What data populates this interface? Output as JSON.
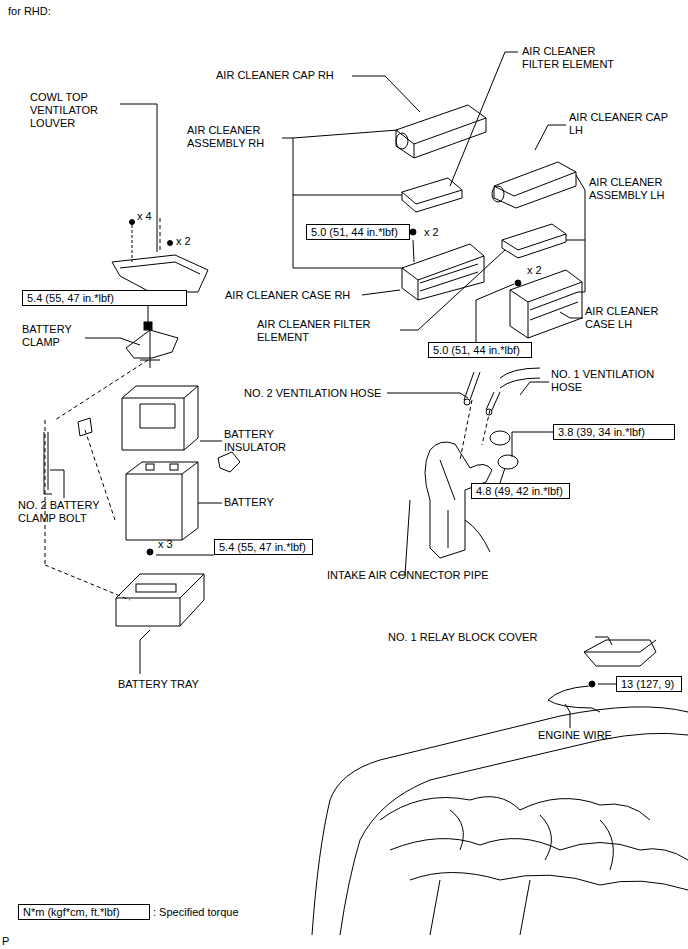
{
  "diagram": {
    "nodes": [
      {
        "text": [
          "5.0 (51, 44 in.*lbf)"
        ]
      },
      {
        "text": [
          "5.4 (55, 47 in.*lbf)"
        ]
      },
      {
        "text": [
          "5.0 (51, 44 in.*lbf)"
        ]
      },
      {
        "text": [
          "3.8 (39, 34 in.*lbf)"
        ]
      },
      {
        "text": [
          "4.8 (49, 42 in.*lbf)"
        ]
      },
      {
        "text": [
          "5.4 (55, 47 in.*lbf)"
        ]
      },
      {
        "text": [
          "13 (127, 9)"
        ]
      },
      {
        "text": [
          "N*m (kgf*cm, ft.*lbf)"
        ]
      }
    ],
    "labels": [
      "for RHD:",
      "COWL TOP VENTILATOR LOUVER",
      "AIR CLEANER CAP RH",
      "AIR CLEANER FILTER ELEMENT",
      "AIR CLEANER ASSEMBLY RH",
      "AIR CLEANER CAP LH",
      "AIR CLEANER ASSEMBLY LH",
      "x 4",
      "x 2",
      "x 2",
      "AIR CLEANER CASE RH",
      "x 2",
      "AIR CLEANER FILTER ELEMENT",
      "AIR CLEANER CASE LH",
      "BATTERY CLAMP",
      "NO. 2 VENTILATION HOSE",
      "NO. 1 VENTILATION HOSE",
      "BATTERY INSULATOR",
      "BATTERY",
      "NO. 2 BATTERY CLAMP BOLT",
      "x 3",
      "INTAKE AIR CONNECTOR PIPE",
      "NO. 1 RELAY BLOCK COVER",
      "BATTERY TRAY",
      "ENGINE WIRE",
      ": Specified torque",
      "P"
    ]
  }
}
